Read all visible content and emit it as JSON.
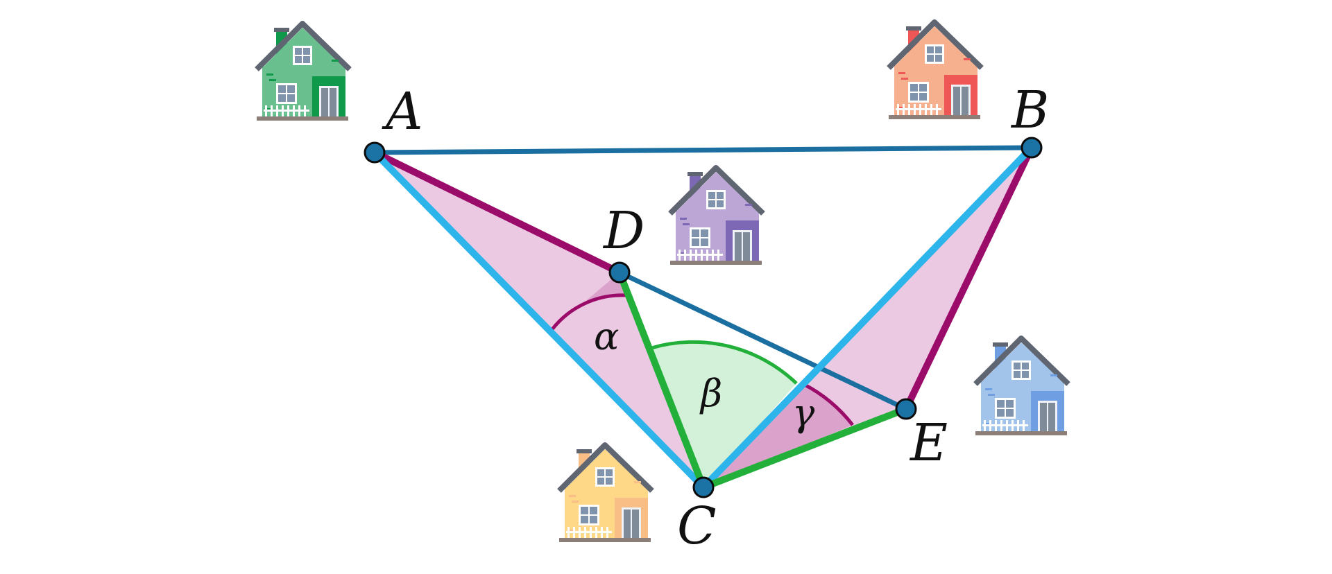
{
  "points": {
    "A": "A",
    "B": "B",
    "C": "C",
    "D": "D",
    "E": "E"
  },
  "angles": {
    "alpha": "α",
    "beta": "β",
    "gamma": "γ"
  },
  "colors": {
    "blue_dark": "#1b6fa0",
    "blue_light": "#2db4ea",
    "magenta": "#9a0b6a",
    "green": "#22b03a",
    "pink_fill": "#ecc9e2",
    "pink_dark_fill": "#dba3cb",
    "green_fill": "#d3f1d9",
    "node_fill": "#1b72a5"
  },
  "houses": [
    {
      "name": "house-green",
      "wall": "#6abf8f",
      "accent": "#0e9a4a"
    },
    {
      "name": "house-orange",
      "wall": "#f6b08e",
      "accent": "#ef5656"
    },
    {
      "name": "house-purple",
      "wall": "#bba6d6",
      "accent": "#7c68b5"
    },
    {
      "name": "house-blue",
      "wall": "#a3c4ea",
      "accent": "#6f9ee3"
    },
    {
      "name": "house-yellow",
      "wall": "#fed887",
      "accent": "#f9bd86"
    }
  ]
}
